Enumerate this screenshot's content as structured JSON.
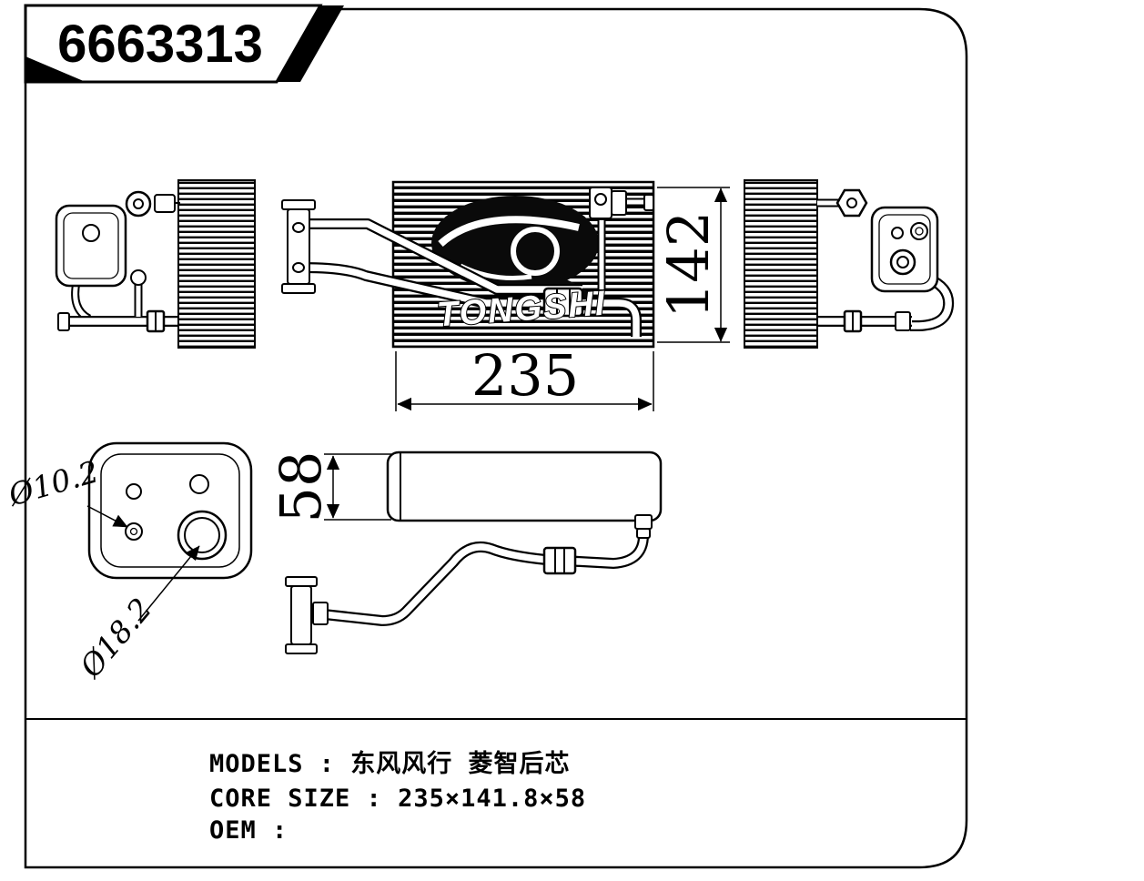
{
  "sheet": {
    "part_number": "6663313",
    "watermark": "TONGSHI"
  },
  "dimensions": {
    "core_width": "235",
    "core_height": "142",
    "core_depth": "58",
    "small_hole": "Ø10.2",
    "large_hole": "Ø18.2"
  },
  "info": {
    "lines": [
      "MODELS : 东风风行 菱智后芯",
      "CORE SIZE : 235×141.8×58",
      "OEM :"
    ]
  },
  "colors": {
    "line": "#000000",
    "background": "#ffffff"
  }
}
